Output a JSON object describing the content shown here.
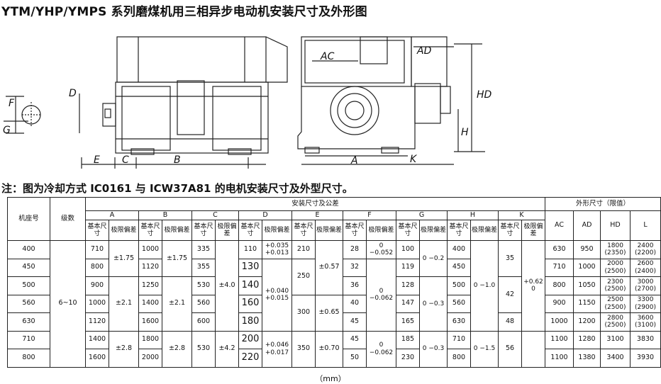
{
  "title": "YTM/YHP/YMPS 系列磨煤机用三相异步电动机安装尺寸及外形图",
  "note": "注：图为冷却方式 IC0161 与 ICW37A81 的电机安装尺寸及外型尺寸。",
  "unit": "（mm）",
  "drawing_labels": {
    "D": "D",
    "F": "F",
    "G": "G",
    "E": "E",
    "C": "C",
    "B": "B",
    "AC": "AC",
    "AD": "AD",
    "HD": "HD",
    "H": "H",
    "A": "A",
    "K": "K"
  },
  "table": {
    "col_frame": "机座号",
    "col_poles": "级数",
    "group_install": "安装尺寸及公差",
    "group_outline": "外形尺寸（限值）",
    "dims": [
      "A",
      "B",
      "C",
      "D",
      "E",
      "F",
      "G",
      "H",
      "K"
    ],
    "sub_basic": "基本尺寸",
    "sub_tol": "极限偏差",
    "outline_cols": [
      "AC",
      "AD",
      "HD",
      "L"
    ],
    "poles": "6~10",
    "frames": [
      "400",
      "450",
      "500",
      "560",
      "630",
      "710",
      "800"
    ],
    "A_basic": [
      "710",
      "800",
      "900",
      "1000",
      "1120",
      "1400",
      "1600"
    ],
    "A_tol": [
      "±1.75",
      "±2.1",
      "±2.8"
    ],
    "B_basic": [
      "1000",
      "1120",
      "1250",
      "1400",
      "1600",
      "1800",
      "2000"
    ],
    "B_tol": [
      "±1.75",
      "±2.1",
      "±2.8"
    ],
    "C_basic": [
      "335",
      "355",
      "530",
      "560",
      "600",
      "530"
    ],
    "C_tol": [
      "±4.0",
      "±4.2"
    ],
    "D_basic": [
      "110",
      "130",
      "140",
      "160",
      "180",
      "200",
      "220"
    ],
    "D_tol": [
      "+0.035 +0.013",
      "+0.040 +0.015",
      "+0.046 +0.017"
    ],
    "E_basic": [
      "210",
      "250",
      "300",
      "350"
    ],
    "E_tol": [
      "±0.57",
      "±0.65",
      "±0.70"
    ],
    "F_basic": [
      "28",
      "32",
      "36",
      "40",
      "45",
      "45",
      "50"
    ],
    "F_tol": [
      "0 −0.052",
      "0 −0.062",
      "0 −0.062"
    ],
    "G_basic": [
      "100",
      "119",
      "128",
      "147",
      "165",
      "185",
      "230"
    ],
    "G_tol": [
      "0 −0.2",
      "0 −0.3",
      "0 −0.3"
    ],
    "H_basic": [
      "400",
      "450",
      "500",
      "560",
      "630",
      "710",
      "800"
    ],
    "H_tol": [
      "0 −1.0",
      "0 −1.5"
    ],
    "K_basic": [
      "35",
      "42",
      "48",
      "56"
    ],
    "K_tol": "+0.62 0",
    "AC": [
      "630",
      "710",
      "800",
      "900",
      "1000",
      "1100",
      "1100"
    ],
    "AD": [
      "950",
      "1000",
      "1050",
      "1150",
      "1200",
      "1280",
      "1380"
    ],
    "HD": [
      "1800",
      "(2350)",
      "2000",
      "(2500)",
      "2300",
      "(2500)",
      "2500",
      "(2500)",
      "2800",
      "(2500)",
      "3100",
      "3400"
    ],
    "L": [
      "2400",
      "(2200)",
      "2600",
      "(2400)",
      "3000",
      "(2700)",
      "3300",
      "(2900)",
      "3600",
      "(3100)",
      "3830",
      "3930"
    ]
  }
}
